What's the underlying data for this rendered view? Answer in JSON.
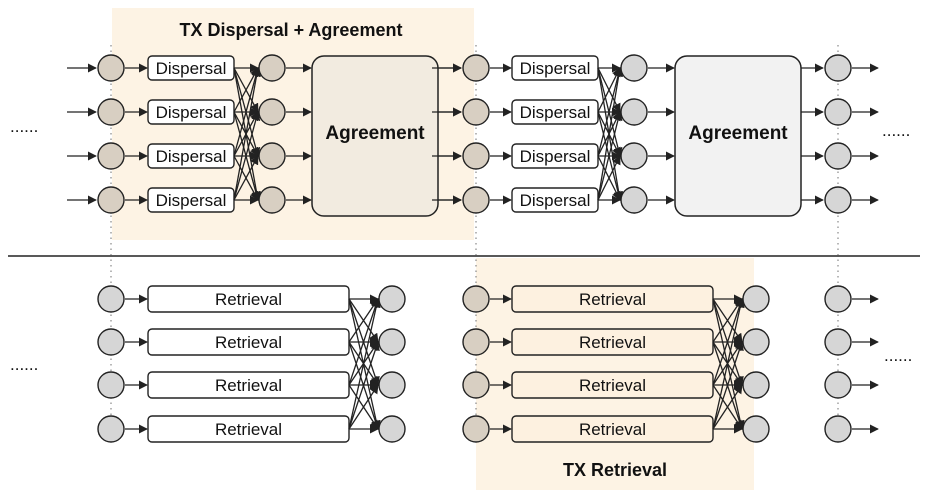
{
  "diagram": {
    "top_title": "TX Dispersal + Agreement",
    "bottom_title": "TX Retrieval",
    "dispersal_label": "Dispersal",
    "agreement_label": "Agreement",
    "retrieval_label": "Retrieval",
    "ellipsis": "......"
  },
  "colors": {
    "highlight_bg": "#fdf3e4",
    "node_tan": "#d8cfc2",
    "node_grey": "#d6d6d6",
    "agreement_tan": "#f2ebe0",
    "agreement_grey": "#f2f2f2",
    "box_tan": "#fdf1e0",
    "stroke": "#222222"
  }
}
